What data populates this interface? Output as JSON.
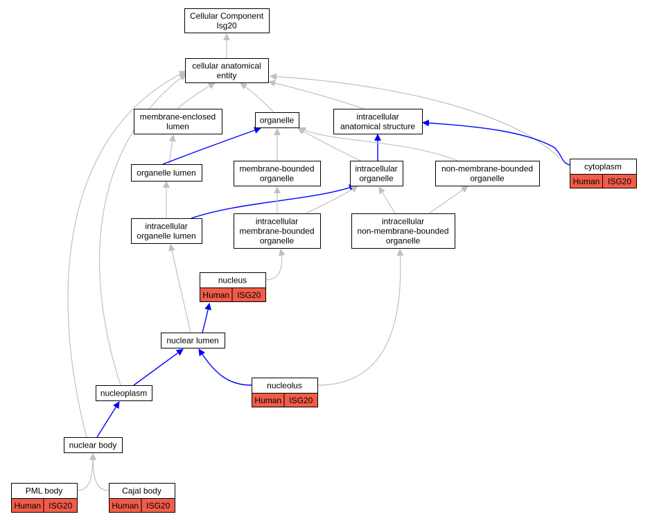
{
  "diagram": {
    "edge_colors": {
      "default": "#c0c0c0",
      "highlight": "#0000ff"
    },
    "annotation_color": "#f15c4a",
    "nodes": [
      {
        "id": "root",
        "lines": [
          "Cellular Component",
          "Isg20"
        ]
      },
      {
        "id": "cae",
        "lines": [
          "cellular anatomical",
          "entity"
        ]
      },
      {
        "id": "mel",
        "lines": [
          "membrane-enclosed",
          "lumen"
        ]
      },
      {
        "id": "org",
        "lines": [
          "organelle"
        ]
      },
      {
        "id": "ias",
        "lines": [
          "intracellular",
          "anatomical structure"
        ]
      },
      {
        "id": "cyto",
        "lines": [
          "cytoplasm"
        ],
        "annotation": [
          "Human",
          "ISG20"
        ]
      },
      {
        "id": "orglum",
        "lines": [
          "organelle lumen"
        ]
      },
      {
        "id": "mbo",
        "lines": [
          "membrane-bounded",
          "organelle"
        ]
      },
      {
        "id": "io",
        "lines": [
          "intracellular",
          "organelle"
        ]
      },
      {
        "id": "nmbo",
        "lines": [
          "non-membrane-bounded",
          "organelle"
        ]
      },
      {
        "id": "iol",
        "lines": [
          "intracellular",
          "organelle lumen"
        ]
      },
      {
        "id": "imbo",
        "lines": [
          "intracellular",
          "membrane-bounded",
          "organelle"
        ]
      },
      {
        "id": "inmbo",
        "lines": [
          "intracellular",
          "non-membrane-bounded",
          "organelle"
        ]
      },
      {
        "id": "nucleus",
        "lines": [
          "nucleus"
        ],
        "annotation": [
          "Human",
          "ISG20"
        ]
      },
      {
        "id": "nlum",
        "lines": [
          "nuclear lumen"
        ]
      },
      {
        "id": "nucleolus",
        "lines": [
          "nucleolus"
        ],
        "annotation": [
          "Human",
          "ISG20"
        ]
      },
      {
        "id": "nplasm",
        "lines": [
          "nucleoplasm"
        ]
      },
      {
        "id": "nbody",
        "lines": [
          "nuclear body"
        ]
      },
      {
        "id": "pml",
        "lines": [
          "PML body"
        ],
        "annotation": [
          "Human",
          "ISG20"
        ]
      },
      {
        "id": "cajal",
        "lines": [
          "Cajal body"
        ],
        "annotation": [
          "Human",
          "ISG20"
        ]
      }
    ],
    "edges": [
      {
        "from": "cae",
        "to": "root",
        "highlight": false
      },
      {
        "from": "mel",
        "to": "cae",
        "highlight": false
      },
      {
        "from": "org",
        "to": "cae",
        "highlight": false
      },
      {
        "from": "ias",
        "to": "cae",
        "highlight": false
      },
      {
        "from": "cyto",
        "to": "cae",
        "highlight": false
      },
      {
        "from": "cyto",
        "to": "ias",
        "highlight": true
      },
      {
        "from": "orglum",
        "to": "mel",
        "highlight": false
      },
      {
        "from": "orglum",
        "to": "org",
        "highlight": true
      },
      {
        "from": "mbo",
        "to": "org",
        "highlight": false
      },
      {
        "from": "io",
        "to": "org",
        "highlight": false
      },
      {
        "from": "io",
        "to": "ias",
        "highlight": true
      },
      {
        "from": "nmbo",
        "to": "org",
        "highlight": false
      },
      {
        "from": "iol",
        "to": "orglum",
        "highlight": false
      },
      {
        "from": "iol",
        "to": "io",
        "highlight": true
      },
      {
        "from": "imbo",
        "to": "mbo",
        "highlight": false
      },
      {
        "from": "imbo",
        "to": "io",
        "highlight": false
      },
      {
        "from": "inmbo",
        "to": "io",
        "highlight": false
      },
      {
        "from": "inmbo",
        "to": "nmbo",
        "highlight": false
      },
      {
        "from": "nucleus",
        "to": "imbo",
        "highlight": false
      },
      {
        "from": "nlum",
        "to": "iol",
        "highlight": false
      },
      {
        "from": "nlum",
        "to": "nucleus",
        "highlight": true
      },
      {
        "from": "nucleolus",
        "to": "nlum",
        "highlight": true
      },
      {
        "from": "nucleolus",
        "to": "inmbo",
        "highlight": false
      },
      {
        "from": "nplasm",
        "to": "nlum",
        "highlight": true
      },
      {
        "from": "nplasm",
        "to": "cae",
        "highlight": false
      },
      {
        "from": "nbody",
        "to": "nplasm",
        "highlight": true
      },
      {
        "from": "nbody",
        "to": "cae",
        "highlight": false
      },
      {
        "from": "pml",
        "to": "nbody",
        "highlight": false
      },
      {
        "from": "cajal",
        "to": "nbody",
        "highlight": false
      }
    ]
  }
}
